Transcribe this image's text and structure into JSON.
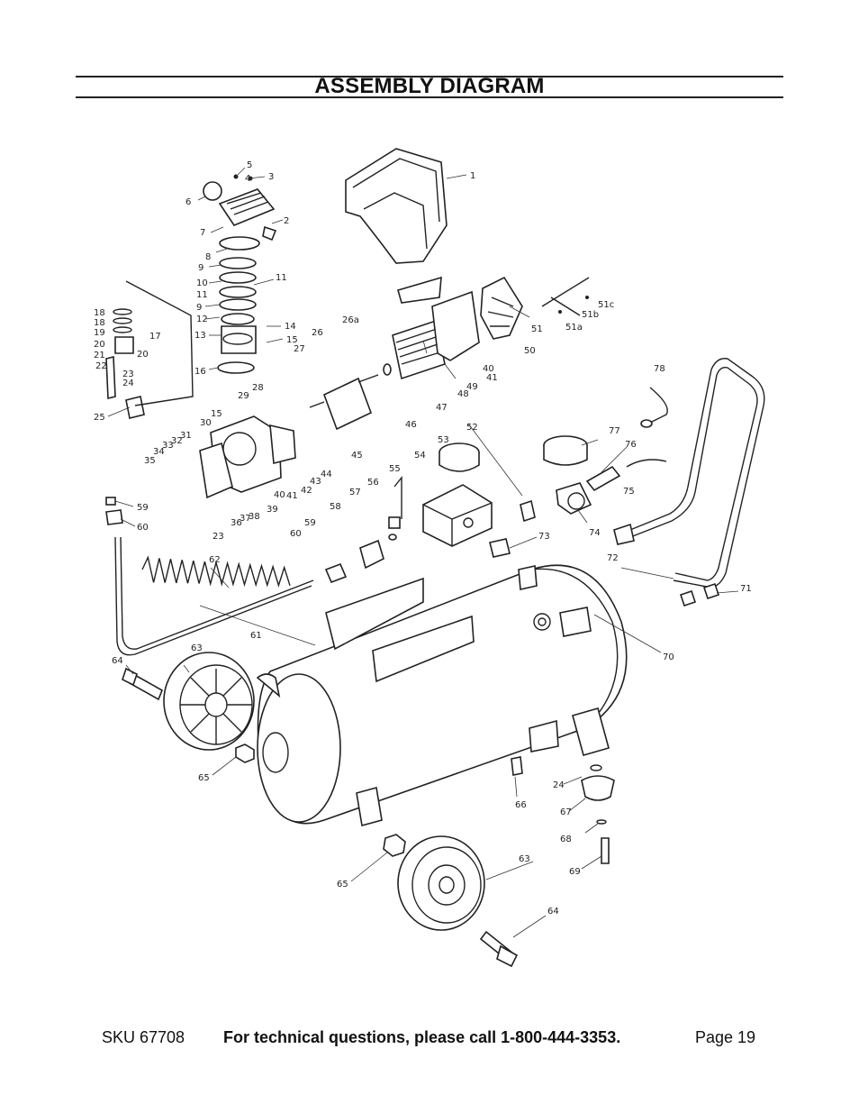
{
  "header": {
    "title": "ASSEMBLY DIAGRAM"
  },
  "footer": {
    "sku": "SKU 67708",
    "tech_line": "For technical questions, please call 1-800-444-3353.",
    "page": "Page 19"
  },
  "callouts": {
    "c1": "1",
    "c2": "2",
    "c3": "3",
    "c4": "4",
    "c5": "5",
    "c6": "6",
    "c7": "7",
    "c8": "8",
    "c9a": "9",
    "c9b": "9",
    "c10": "10",
    "c11a": "11",
    "c11b": "11",
    "c12": "12",
    "c13": "13",
    "c14": "14",
    "c15a": "15",
    "c15b": "15",
    "c16": "16",
    "c17": "17",
    "c18a": "18",
    "c18b": "18",
    "c19": "19",
    "c20a": "20",
    "c20b": "20",
    "c21": "21",
    "c22": "22",
    "c23a": "23",
    "c23b": "23",
    "c24a": "24",
    "c24b": "24",
    "c25": "25",
    "c26": "26",
    "c26a": "26a",
    "c27": "27",
    "c28": "28",
    "c29": "29",
    "c30": "30",
    "c31": "31",
    "c32": "32",
    "c33": "33",
    "c34": "34",
    "c35": "35",
    "c36": "36",
    "c37": "37",
    "c38": "38",
    "c39": "39",
    "c40a": "40",
    "c40b": "40",
    "c41a": "41",
    "c41b": "41",
    "c42": "42",
    "c43": "43",
    "c44": "44",
    "c45": "45",
    "c46": "46",
    "c47": "47",
    "c48": "48",
    "c49": "49",
    "c50": "50",
    "c51": "51",
    "c51a": "51a",
    "c51b": "51b",
    "c51c": "51c",
    "c52": "52",
    "c53": "53",
    "c54": "54",
    "c55": "55",
    "c56": "56",
    "c57": "57",
    "c58": "58",
    "c59a": "59",
    "c59b": "59",
    "c60a": "60",
    "c60b": "60",
    "c61": "61",
    "c62": "62",
    "c63a": "63",
    "c63b": "63",
    "c64a": "64",
    "c64b": "64",
    "c65a": "65",
    "c65b": "65",
    "c66": "66",
    "c67": "67",
    "c68": "68",
    "c69": "69",
    "c70": "70",
    "c71": "71",
    "c72": "72",
    "c73": "73",
    "c74": "74",
    "c75": "75",
    "c76": "76",
    "c77": "77",
    "c78": "78"
  }
}
